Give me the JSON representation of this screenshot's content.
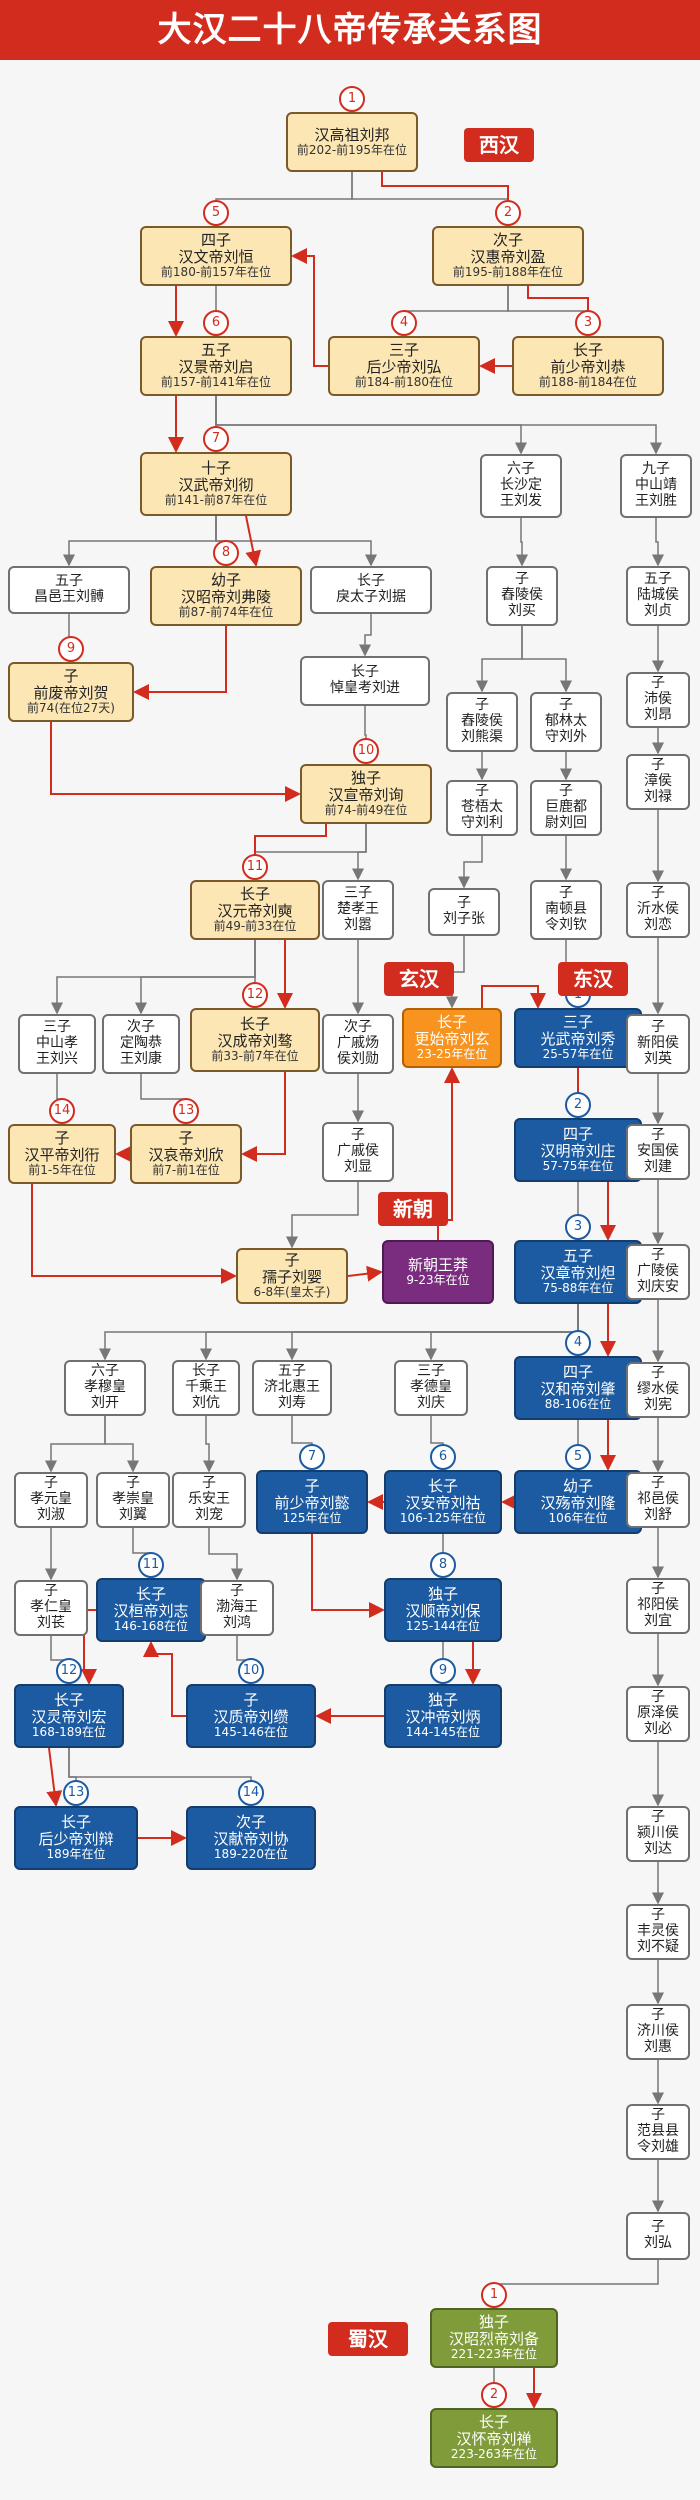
{
  "title": "大汉二十八帝传承关系图",
  "nodes": [
    {
      "id": "liubang",
      "lines": [
        "汉高祖刘邦"
      ],
      "dates": "前202-前195年在位",
      "type": "w",
      "num": "1"
    },
    {
      "id": "wendi",
      "lines": [
        "四子",
        "汉文帝刘恒"
      ],
      "dates": "前180-前157年在位",
      "type": "w",
      "num": "5"
    },
    {
      "id": "huidi",
      "lines": [
        "次子",
        "汉惠帝刘盈"
      ],
      "dates": "前195-前188年在位",
      "type": "w",
      "num": "2"
    },
    {
      "id": "jingdi",
      "lines": [
        "五子",
        "汉景帝刘启"
      ],
      "dates": "前157-前141年在位",
      "type": "w",
      "num": "6"
    },
    {
      "id": "houshao",
      "lines": [
        "三子",
        "后少帝刘弘"
      ],
      "dates": "前184-前180在位",
      "type": "w",
      "num": "4"
    },
    {
      "id": "qianshao",
      "lines": [
        "长子",
        "前少帝刘恭"
      ],
      "dates": "前188-前184在位",
      "type": "w",
      "num": "3"
    },
    {
      "id": "wudi",
      "lines": [
        "十子",
        "汉武帝刘彻"
      ],
      "dates": "前141-前87年在位",
      "type": "w",
      "num": "7"
    },
    {
      "id": "changsha",
      "lines": [
        "六子",
        "长沙定",
        "王刘发"
      ],
      "type": "plain"
    },
    {
      "id": "zhongshan9",
      "lines": [
        "九子",
        "中山靖",
        "王刘胜"
      ],
      "type": "plain"
    },
    {
      "id": "changyi",
      "lines": [
        "五子",
        "昌邑王刘髆"
      ],
      "type": "plain"
    },
    {
      "id": "zhaodi",
      "lines": [
        "幼子",
        "汉昭帝刘弗陵"
      ],
      "dates": "前87-前74年在位",
      "type": "w",
      "num": "8"
    },
    {
      "id": "lijuzi",
      "lines": [
        "长子",
        "戾太子刘据"
      ],
      "type": "plain"
    },
    {
      "id": "chongling",
      "lines": [
        "子",
        "舂陵侯",
        "刘买"
      ],
      "type": "plain"
    },
    {
      "id": "lucheng",
      "lines": [
        "五子",
        "陆城侯",
        "刘贞"
      ],
      "type": "plain"
    },
    {
      "id": "feidi",
      "lines": [
        "子",
        "前废帝刘贺"
      ],
      "dates": "前74(在位27天)",
      "type": "w",
      "num": "9"
    },
    {
      "id": "daohuang",
      "lines": [
        "长子",
        "悼皇考刘进"
      ],
      "type": "plain"
    },
    {
      "id": "liuxiongqu",
      "lines": [
        "子",
        "舂陵侯",
        "刘熊渠"
      ],
      "type": "plain"
    },
    {
      "id": "liuwai",
      "lines": [
        "子",
        "郁林太",
        "守刘外"
      ],
      "type": "plain"
    },
    {
      "id": "liuang",
      "lines": [
        "子",
        "沛侯",
        "刘昂"
      ],
      "type": "plain"
    },
    {
      "id": "xuandi",
      "lines": [
        "独子",
        "汉宣帝刘询"
      ],
      "dates": "前74-前49在位",
      "type": "w",
      "num": "10"
    },
    {
      "id": "liuli",
      "lines": [
        "子",
        "苍梧太",
        "守刘利"
      ],
      "type": "plain"
    },
    {
      "id": "liuhui",
      "lines": [
        "子",
        "巨鹿都",
        "尉刘回"
      ],
      "type": "plain"
    },
    {
      "id": "liulu",
      "lines": [
        "子",
        "漳侯",
        "刘禄"
      ],
      "type": "plain"
    },
    {
      "id": "yuandi",
      "lines": [
        "长子",
        "汉元帝刘奭"
      ],
      "dates": "前49-前33在位",
      "type": "w",
      "num": "11"
    },
    {
      "id": "chuxiao",
      "lines": [
        "三子",
        "楚孝王",
        "刘嚣"
      ],
      "type": "plain"
    },
    {
      "id": "liuzizhang",
      "lines": [
        "子",
        "刘子张"
      ],
      "type": "plain"
    },
    {
      "id": "liuqin",
      "lines": [
        "子",
        "南顿县",
        "令刘钦"
      ],
      "type": "plain"
    },
    {
      "id": "liulian",
      "lines": [
        "子",
        "沂水侯",
        "刘恋"
      ],
      "type": "plain"
    },
    {
      "id": "zhongshanxing",
      "lines": [
        "三子",
        "中山孝",
        "王刘兴"
      ],
      "type": "plain"
    },
    {
      "id": "dingtao",
      "lines": [
        "次子",
        "定陶恭",
        "王刘康"
      ],
      "type": "plain"
    },
    {
      "id": "chengdi",
      "lines": [
        "长子",
        "汉成帝刘骜"
      ],
      "dates": "前33-前7年在位",
      "type": "w",
      "num": "12"
    },
    {
      "id": "guangqi",
      "lines": [
        "次子",
        "广戚炀",
        "侯刘勋"
      ],
      "type": "plain"
    },
    {
      "id": "gengshi",
      "lines": [
        "长子",
        "更始帝刘玄"
      ],
      "dates": "23-25年在位",
      "type": "x"
    },
    {
      "id": "guangwu",
      "lines": [
        "三子",
        "光武帝刘秀"
      ],
      "dates": "25-57年在位",
      "type": "e",
      "num": "1"
    },
    {
      "id": "liuying",
      "lines": [
        "子",
        "新阳侯",
        "刘英"
      ],
      "type": "plain"
    },
    {
      "id": "pingdi",
      "lines": [
        "子",
        "汉平帝刘衎"
      ],
      "dates": "前1-5年在位",
      "type": "w",
      "num": "14"
    },
    {
      "id": "aidi",
      "lines": [
        "子",
        "汉哀帝刘欣"
      ],
      "dates": "前7-前1在位",
      "type": "w",
      "num": "13"
    },
    {
      "id": "liuxian",
      "lines": [
        "子",
        "广戚侯",
        "刘显"
      ],
      "type": "plain"
    },
    {
      "id": "mingdi",
      "lines": [
        "四子",
        "汉明帝刘庄"
      ],
      "dates": "57-75年在位",
      "type": "e",
      "num": "2"
    },
    {
      "id": "liujian",
      "lines": [
        "子",
        "安国侯",
        "刘建"
      ],
      "type": "plain"
    },
    {
      "id": "ruzi",
      "lines": [
        "子",
        "孺子刘婴"
      ],
      "dates": "6-8年(皇太子)",
      "type": "w"
    },
    {
      "id": "wangmang",
      "lines": [
        "新朝王莽"
      ],
      "dates": "9-23年在位",
      "type": "m"
    },
    {
      "id": "zhangdi",
      "lines": [
        "五子",
        "汉章帝刘炟"
      ],
      "dates": "75-88年在位",
      "type": "e",
      "num": "3"
    },
    {
      "id": "liuqingan",
      "lines": [
        "子",
        "广陵侯",
        "刘庆安"
      ],
      "type": "plain"
    },
    {
      "id": "liukai",
      "lines": [
        "六子",
        "孝穆皇",
        "刘开"
      ],
      "type": "plain"
    },
    {
      "id": "liukang",
      "lines": [
        "长子",
        "千乘王",
        "刘伉"
      ],
      "type": "plain"
    },
    {
      "id": "liushou",
      "lines": [
        "五子",
        "济北惠王",
        "刘寿"
      ],
      "type": "plain"
    },
    {
      "id": "liuqing",
      "lines": [
        "三子",
        "孝德皇",
        "刘庆"
      ],
      "type": "plain"
    },
    {
      "id": "hedi",
      "lines": [
        "四子",
        "汉和帝刘肇"
      ],
      "dates": "88-106在位",
      "type": "e",
      "num": "4"
    },
    {
      "id": "liushi",
      "lines": [
        "子",
        "缪水侯",
        "刘宪"
      ],
      "type": "plain"
    },
    {
      "id": "liushu",
      "lines": [
        "子",
        "孝元皇",
        "刘淑"
      ],
      "type": "plain"
    },
    {
      "id": "liuyi",
      "lines": [
        "子",
        "孝崇皇",
        "刘翼"
      ],
      "type": "plain"
    },
    {
      "id": "liuchong",
      "lines": [
        "子",
        "乐安王",
        "刘宠"
      ],
      "type": "plain"
    },
    {
      "id": "houshaoeast",
      "lines": [
        "子",
        "前少帝刘懿"
      ],
      "dates": "125年在位",
      "type": "e",
      "num": "7"
    },
    {
      "id": "andi",
      "lines": [
        "长子",
        "汉安帝刘祜"
      ],
      "dates": "106-125年在位",
      "type": "e",
      "num": "6"
    },
    {
      "id": "shangdi",
      "lines": [
        "幼子",
        "汉殇帝刘隆"
      ],
      "dates": "106年在位",
      "type": "e",
      "num": "5"
    },
    {
      "id": "liushu2",
      "lines": [
        "子",
        "祁邑侯",
        "刘舒"
      ],
      "type": "plain"
    },
    {
      "id": "liuchang",
      "lines": [
        "子",
        "孝仁皇",
        "刘苌"
      ],
      "type": "plain"
    },
    {
      "id": "huandi",
      "lines": [
        "长子",
        "汉桓帝刘志"
      ],
      "dates": "146-168在位",
      "type": "e",
      "num": "11"
    },
    {
      "id": "liuhong2",
      "lines": [
        "子",
        "渤海王",
        "刘鸿"
      ],
      "type": "plain"
    },
    {
      "id": "shundi",
      "lines": [
        "独子",
        "汉顺帝刘保"
      ],
      "dates": "125-144在位",
      "type": "e",
      "num": "8"
    },
    {
      "id": "liuyi2",
      "lines": [
        "子",
        "祁阳侯",
        "刘宜"
      ],
      "type": "plain"
    },
    {
      "id": "lingdi",
      "lines": [
        "长子",
        "汉灵帝刘宏"
      ],
      "dates": "168-189在位",
      "type": "e",
      "num": "12"
    },
    {
      "id": "zhidi",
      "lines": [
        "子",
        "汉质帝刘缵"
      ],
      "dates": "145-146在位",
      "type": "e",
      "num": "10"
    },
    {
      "id": "chongdi",
      "lines": [
        "独子",
        "汉冲帝刘炳"
      ],
      "dates": "144-145在位",
      "type": "e",
      "num": "9"
    },
    {
      "id": "liubi",
      "lines": [
        "子",
        "原泽侯",
        "刘必"
      ],
      "type": "plain"
    },
    {
      "id": "shaodi",
      "lines": [
        "长子",
        "后少帝刘辩"
      ],
      "dates": "189年在位",
      "type": "e",
      "num": "13"
    },
    {
      "id": "xiandi",
      "lines": [
        "次子",
        "汉献帝刘协"
      ],
      "dates": "189-220在位",
      "type": "e",
      "num": "14"
    },
    {
      "id": "liuda",
      "lines": [
        "子",
        "颍川侯",
        "刘达"
      ],
      "type": "plain"
    },
    {
      "id": "liubuyi",
      "lines": [
        "子",
        "丰灵侯",
        "刘不疑"
      ],
      "type": "plain"
    },
    {
      "id": "liuhui2",
      "lines": [
        "子",
        "济川侯",
        "刘惠"
      ],
      "type": "plain"
    },
    {
      "id": "liuxiong",
      "lines": [
        "子",
        "范县县",
        "令刘雄"
      ],
      "type": "plain"
    },
    {
      "id": "liuhong3",
      "lines": [
        "子",
        "刘弘"
      ],
      "type": "plain"
    },
    {
      "id": "liubei",
      "lines": [
        "独子",
        "汉昭烈帝刘备"
      ],
      "dates": "221-223年在位",
      "type": "s",
      "num": "1"
    },
    {
      "id": "liushan",
      "lines": [
        "长子",
        "汉怀帝刘禅"
      ],
      "dates": "223-263年在位",
      "type": "s",
      "num": "2"
    }
  ],
  "labels": [
    {
      "id": "westhan",
      "text": "西汉",
      "color": "#d22c1f"
    },
    {
      "id": "xuanhan",
      "text": "玄汉",
      "color": "#d22c1f"
    },
    {
      "id": "easthan",
      "text": "东汉",
      "color": "#d22c1f"
    },
    {
      "id": "xinchao",
      "text": "新朝",
      "color": "#d22c1f"
    },
    {
      "id": "shuhan",
      "text": "蜀汉",
      "color": "#d22c1f"
    }
  ],
  "colors": {
    "western": "#fce7b4",
    "eastern": "#1c5aa1",
    "xuanhan": "#f7931e",
    "xin": "#7a2d7f",
    "shu": "#7f9b3a",
    "emperor_arrow": "#d22c1f",
    "lineage_line": "#777777",
    "title_bg": "#d22c1f"
  }
}
